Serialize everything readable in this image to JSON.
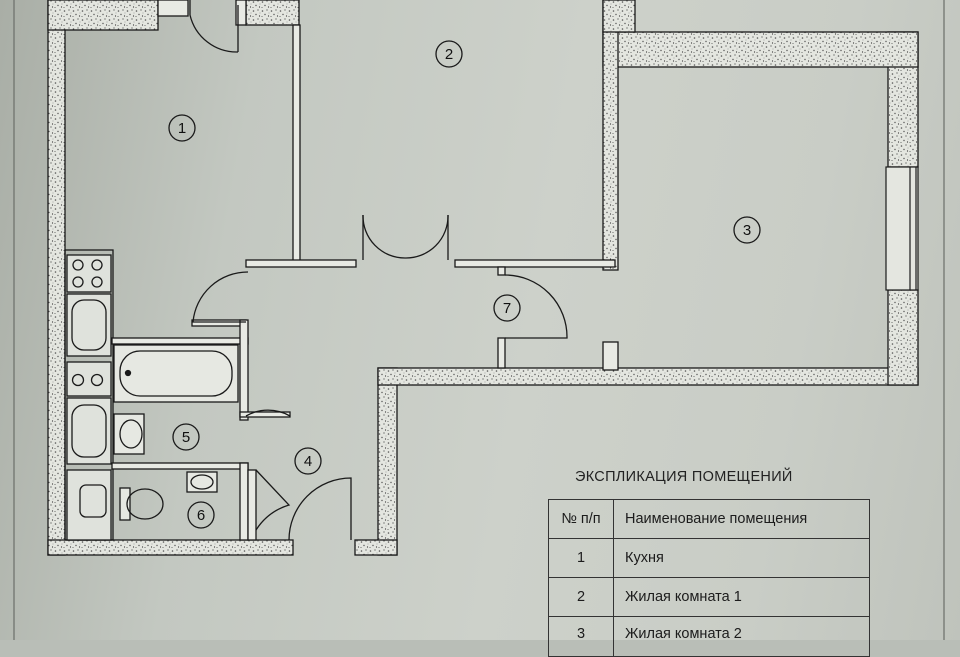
{
  "rooms": [
    {
      "number": "1"
    },
    {
      "number": "2"
    },
    {
      "number": "3"
    },
    {
      "number": "4"
    },
    {
      "number": "5"
    },
    {
      "number": "6"
    },
    {
      "number": "7"
    }
  ],
  "explication": {
    "title": "ЭКСПЛИКАЦИЯ ПОМЕЩЕНИЙ",
    "header": {
      "number": "№ п/п",
      "name": "Наименование помещения"
    },
    "rows": [
      {
        "number": "1",
        "name": "Кухня"
      },
      {
        "number": "2",
        "name": "Жилая комната 1"
      },
      {
        "number": "3",
        "name": "Жилая комната 2"
      }
    ]
  },
  "colors": {
    "paper": "#c9cdc6",
    "line": "#1a1a1a",
    "wall_fill": "#e6e8e2"
  }
}
